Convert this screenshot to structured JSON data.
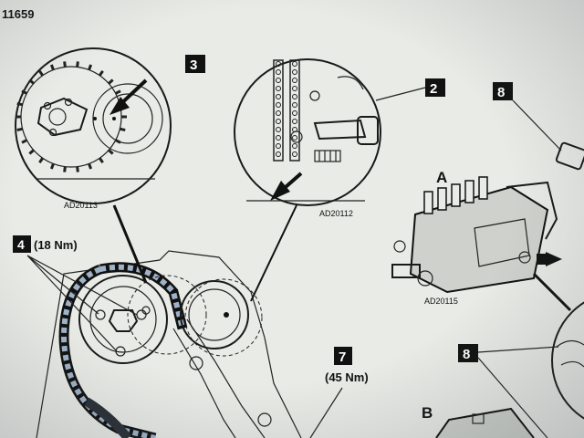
{
  "doc_id": "11659",
  "detail_3": {
    "badge": "3",
    "caption": "AD20113"
  },
  "detail_2": {
    "badge": "2",
    "caption": "AD20112"
  },
  "pump_a": {
    "label": "A",
    "caption": "AD20115"
  },
  "label_b": "B",
  "callout_4": {
    "badge": "4",
    "torque": "(18 Nm)"
  },
  "callout_7": {
    "badge": "7",
    "torque": "(45 Nm)"
  },
  "callout_8_top": {
    "badge": "8"
  },
  "callout_8_bottom": {
    "badge": "8"
  },
  "colors": {
    "badge_bg": "#111111",
    "badge_fg": "#ffffff",
    "line": "#1a1a1a",
    "paper": "#e9ebe6"
  }
}
